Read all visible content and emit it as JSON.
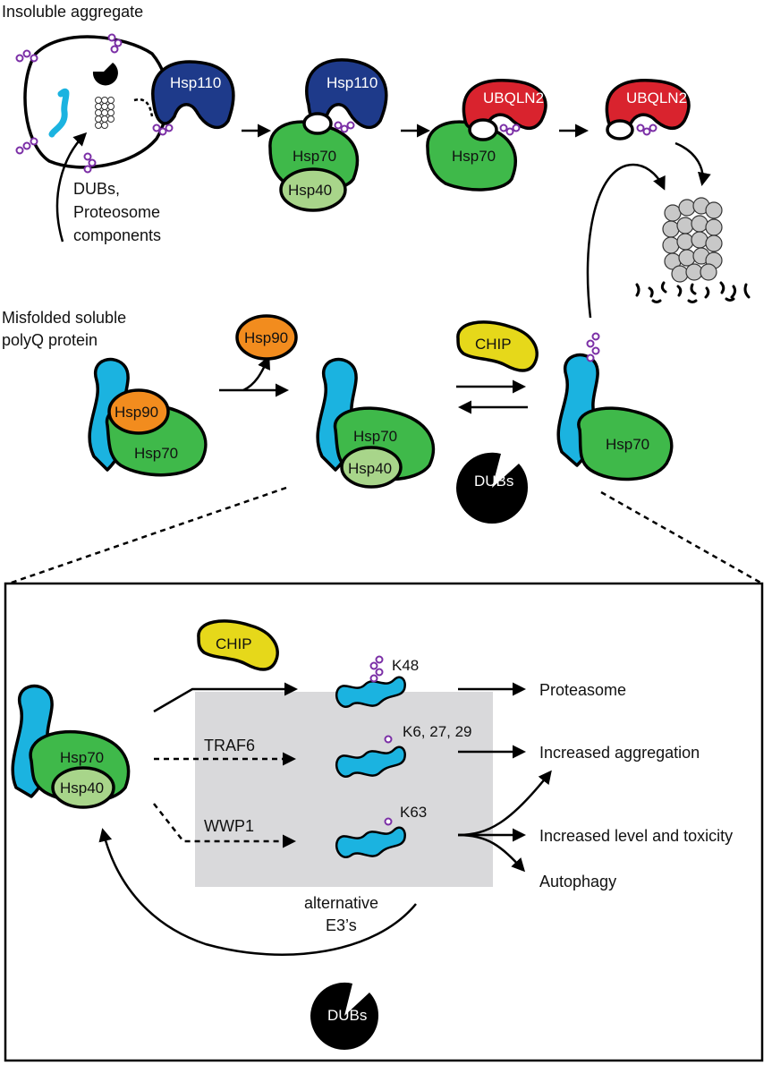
{
  "labels": {
    "insoluble_aggregate": "Insoluble aggregate",
    "dubs_proteasome_line1": "DUBs,",
    "dubs_proteasome_line2": "Proteosome",
    "dubs_proteasome_line3": "components",
    "misfolded_line1": "Misfolded soluble",
    "misfolded_line2": "polyQ protein",
    "alt_e3_line1": "alternative",
    "alt_e3_line2": "E3’s"
  },
  "proteins": {
    "hsp110": "Hsp110",
    "hsp70": "Hsp70",
    "hsp40": "Hsp40",
    "hsp90": "Hsp90",
    "ubqln2": "UBQLN2",
    "chip": "CHIP",
    "dubs": "DUBs",
    "traf6": "TRAF6",
    "wwp1": "WWP1"
  },
  "linkages": {
    "k48": "K48",
    "k6_27_29": "K6, 27, 29",
    "k63": "K63"
  },
  "outcomes": {
    "proteasome": "Proteasome",
    "increased_aggregation": "Increased aggregation",
    "increased_level_toxicity": "Increased level and toxicity",
    "autophagy": "Autophagy"
  },
  "colors": {
    "hsp110": "#1e3a8a",
    "hsp70": "#3fb94a",
    "hsp40": "#a8d58a",
    "hsp90": "#f28c1e",
    "ubqln2": "#d9232e",
    "chip": "#e6d81a",
    "polyq": "#1bb3e0",
    "ubiquitin": "#7b2fa6",
    "shaded_box": "#d9d9db",
    "proteasome": "#c8c8c8"
  }
}
